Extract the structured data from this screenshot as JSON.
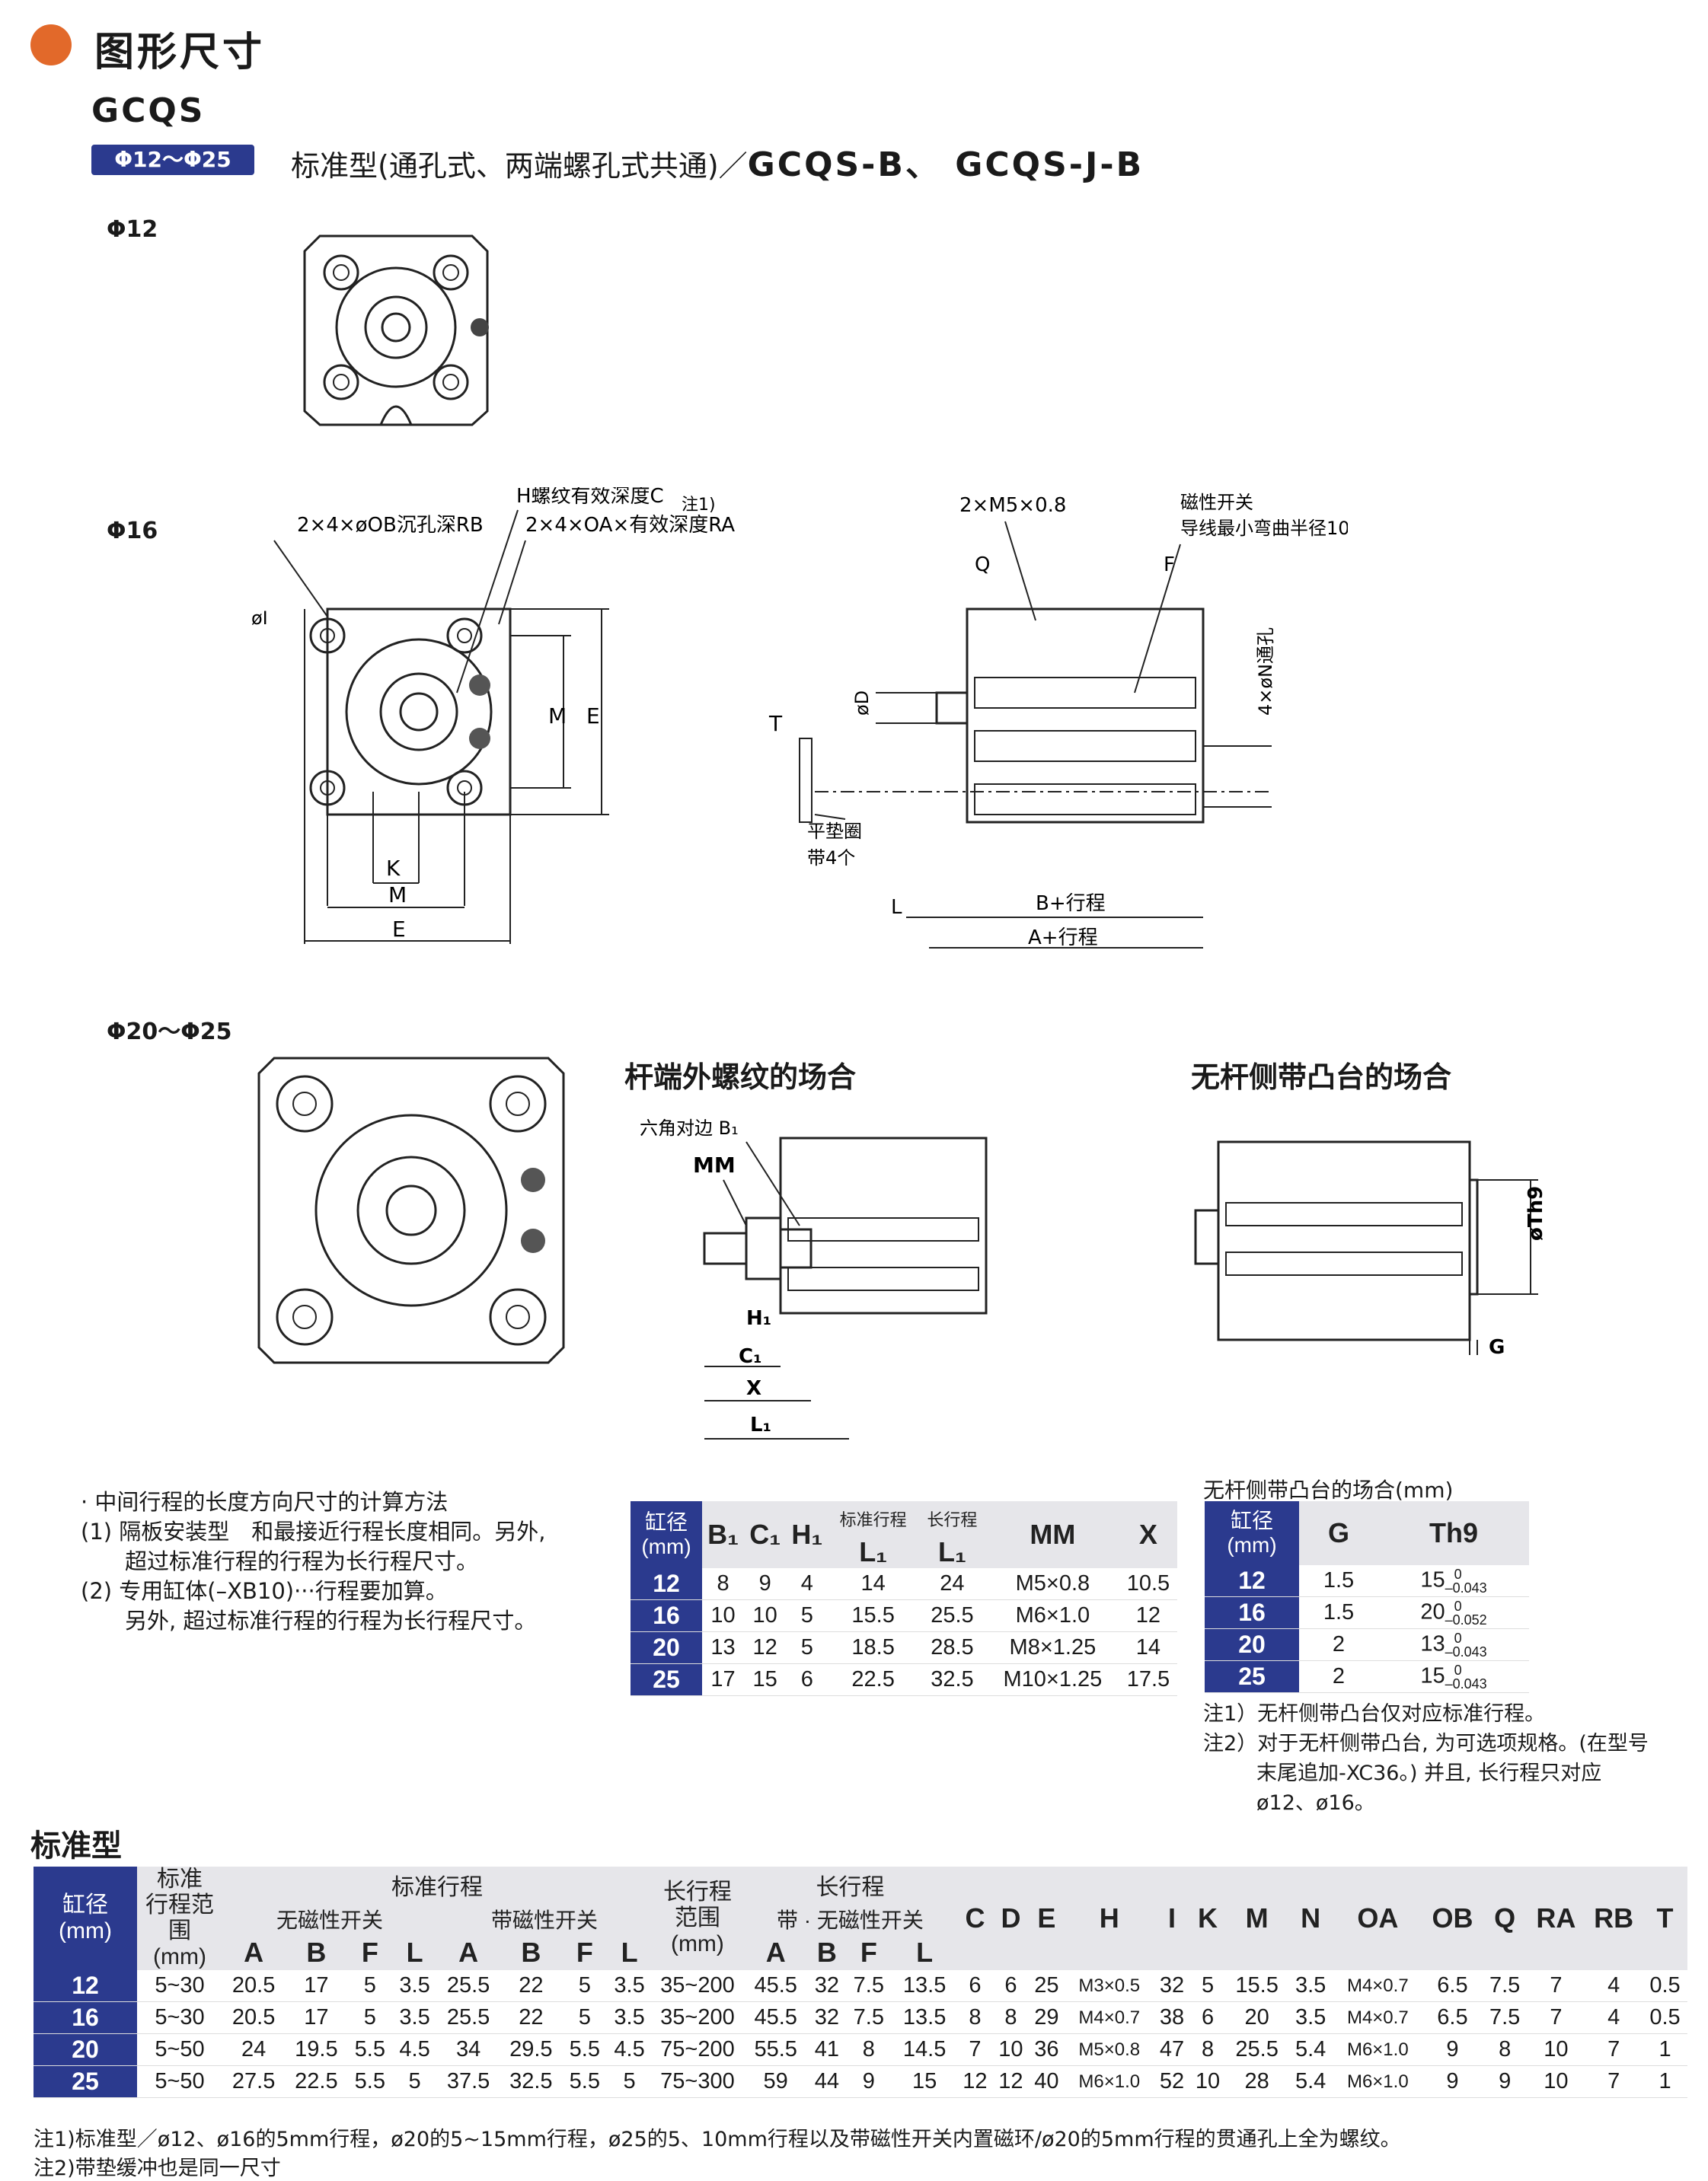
{
  "header": {
    "section_title": "图形尺寸",
    "model": "GCQS",
    "bore_badge": "Φ12～Φ25",
    "subtitle_prefix": "标准型(通孔式、两端螺孔式共通)／",
    "subtitle_models": "GCQS-B、 GCQS-J-B"
  },
  "drawing_labels": {
    "phi12": "Φ12",
    "phi16": "Φ16",
    "phi20_25": "Φ20～Φ25",
    "h_thread": "H螺纹有效深度C",
    "note1_ref": "注1)",
    "ob_hole": "2×4×øOB沉孔深RB",
    "oa_hole": "2×4×OA×有效深度RA",
    "m5": "2×M5×0.8",
    "switch": "磁性开关",
    "wire_radius": "导线最小弯曲半径10",
    "n_hole": "4×øN通孔",
    "washer": "平垫圈",
    "washer_count": "带4个",
    "b_stroke": "B+行程",
    "a_stroke": "A+行程",
    "dim_q": "Q",
    "dim_f": "F",
    "dim_t": "T",
    "dim_d": "øD",
    "dim_l": "L",
    "dim_k": "K",
    "dim_m": "M",
    "dim_e": "E",
    "dim_i": "øI",
    "rod_end_title": "杆端外螺纹的场合",
    "boss_title": "无杆侧带凸台的场合",
    "hex_b1": "六角对边 B₁",
    "mm": "MM",
    "h1": "H₁",
    "c1": "C₁",
    "x": "X",
    "l1": "L₁",
    "th9": "øTh9",
    "g": "G"
  },
  "calc_notes": {
    "heading": "· 中间行程的长度方向尺寸的计算方法",
    "l1": "(1) 隔板安装型　和最接近行程长度相同。另外,",
    "l2": "　　超过标准行程的行程为长行程尺寸。",
    "l3": "(2) 专用缸体(–XB10)···行程要加算。",
    "l4": "　　另外, 超过标准行程的行程为长行程尺寸。"
  },
  "rod_table": {
    "headers": {
      "bore": "缸径",
      "bore_unit": "(mm)",
      "b1": "B₁",
      "c1": "C₁",
      "h1": "H₁",
      "std_stroke": "标准行程",
      "long_stroke": "长行程",
      "l1": "L₁",
      "mm": "MM",
      "x": "X"
    },
    "rows": [
      [
        "12",
        "8",
        "9",
        "4",
        "14",
        "24",
        "M5×0.8",
        "10.5"
      ],
      [
        "16",
        "10",
        "10",
        "5",
        "15.5",
        "25.5",
        "M6×1.0",
        "12"
      ],
      [
        "20",
        "13",
        "12",
        "5",
        "18.5",
        "28.5",
        "M8×1.25",
        "14"
      ],
      [
        "25",
        "17",
        "15",
        "6",
        "22.5",
        "32.5",
        "M10×1.25",
        "17.5"
      ]
    ]
  },
  "boss_table": {
    "title": "无杆侧带凸台的场合(mm)",
    "headers": {
      "bore": "缸径",
      "bore_unit": "(mm)",
      "g": "G",
      "th9": "Th9"
    },
    "rows": [
      {
        "bore": "12",
        "g": "1.5",
        "th9": "15",
        "tol_up": "0",
        "tol_low": "–0.043"
      },
      {
        "bore": "16",
        "g": "1.5",
        "th9": "20",
        "tol_up": "0",
        "tol_low": "–0.052"
      },
      {
        "bore": "20",
        "g": "2",
        "th9": "13",
        "tol_up": "0",
        "tol_low": "–0.043"
      },
      {
        "bore": "25",
        "g": "2",
        "th9": "15",
        "tol_up": "0",
        "tol_low": "–0.043"
      }
    ],
    "note1": "注1）无杆侧带凸台仅对应标准行程。",
    "note2a": "注2）对于无杆侧带凸台, 为可选项规格。(在型号",
    "note2b": "末尾追加-XC36。) 并且, 长行程只对应",
    "note2c": "ø12、ø16。"
  },
  "std_table": {
    "title": "标准型",
    "headers": {
      "bore": "缸径",
      "bore_unit": "(mm)",
      "range": "标准",
      "range2": "行程范围",
      "range3": "(mm)",
      "std": "标准行程",
      "no_switch": "无磁性开关",
      "with_switch": "带磁性开关",
      "long": "长行程",
      "long_range": "范围",
      "long_unit": "(mm)",
      "long2": "长行程",
      "long_switch": "带 · 无磁性开关",
      "a": "A",
      "b": "B",
      "f": "F",
      "l": "L",
      "cols": [
        "C",
        "D",
        "E",
        "H",
        "I",
        "K",
        "M",
        "N",
        "OA",
        "OB",
        "Q",
        "RA",
        "RB",
        "T"
      ]
    },
    "rows": [
      [
        "12",
        "5~30",
        "20.5",
        "17",
        "5",
        "3.5",
        "25.5",
        "22",
        "5",
        "3.5",
        "35~200",
        "45.5",
        "32",
        "7.5",
        "13.5",
        "6",
        "6",
        "25",
        "M3×0.5",
        "32",
        "5",
        "15.5",
        "3.5",
        "M4×0.7",
        "6.5",
        "7.5",
        "7",
        "4",
        "0.5"
      ],
      [
        "16",
        "5~30",
        "20.5",
        "17",
        "5",
        "3.5",
        "25.5",
        "22",
        "5",
        "3.5",
        "35~200",
        "45.5",
        "32",
        "7.5",
        "13.5",
        "8",
        "8",
        "29",
        "M4×0.7",
        "38",
        "6",
        "20",
        "3.5",
        "M4×0.7",
        "6.5",
        "7.5",
        "7",
        "4",
        "0.5"
      ],
      [
        "20",
        "5~50",
        "24",
        "19.5",
        "5.5",
        "4.5",
        "34",
        "29.5",
        "5.5",
        "4.5",
        "75~200",
        "55.5",
        "41",
        "8",
        "14.5",
        "7",
        "10",
        "36",
        "M5×0.8",
        "47",
        "8",
        "25.5",
        "5.4",
        "M6×1.0",
        "9",
        "8",
        "10",
        "7",
        "1"
      ],
      [
        "25",
        "5~50",
        "27.5",
        "22.5",
        "5.5",
        "5",
        "37.5",
        "32.5",
        "5.5",
        "5",
        "75~300",
        "59",
        "44",
        "9",
        "15",
        "12",
        "12",
        "40",
        "M6×1.0",
        "52",
        "10",
        "28",
        "5.4",
        "M6×1.0",
        "9",
        "9",
        "10",
        "7",
        "1"
      ]
    ],
    "note1": "注1)标准型／ø12、ø16的5mm行程，ø20的5~15mm行程，ø25的5、10mm行程以及带磁性开关内置磁环/ø20的5mm行程的贯通孔上全为螺纹。",
    "note2": "注2)带垫缓冲也是同一尺寸"
  }
}
